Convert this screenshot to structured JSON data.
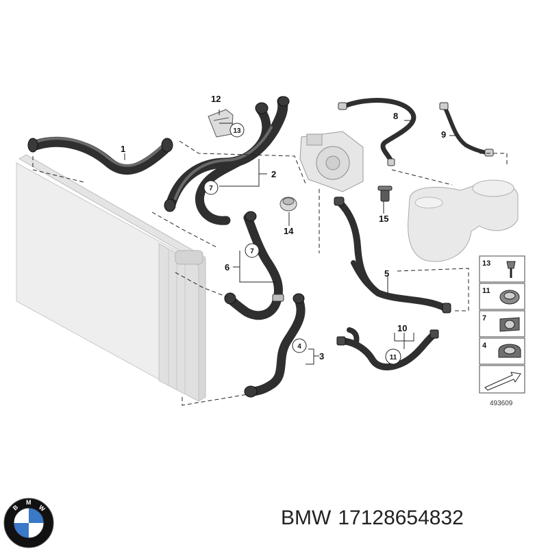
{
  "callouts": {
    "c1": "1",
    "c2": "2",
    "c3": "3",
    "c5": "5",
    "c6": "6",
    "c8": "8",
    "c9": "9",
    "c10": "10",
    "c12": "12",
    "c14": "14",
    "c15": "15"
  },
  "circled": {
    "on12": "13",
    "on2": "7",
    "on6": "7",
    "on3": "4",
    "on10": "11"
  },
  "legend": {
    "items": [
      "13",
      "11",
      "7",
      "4"
    ],
    "reference": "493609"
  },
  "caption": {
    "brand": "BMW",
    "part_number": "17128654832"
  },
  "logo": {
    "letters": [
      "B",
      "M",
      "W"
    ],
    "colors": {
      "ring": "#111111",
      "blue": "#3a78c8",
      "white": "#ffffff"
    }
  }
}
